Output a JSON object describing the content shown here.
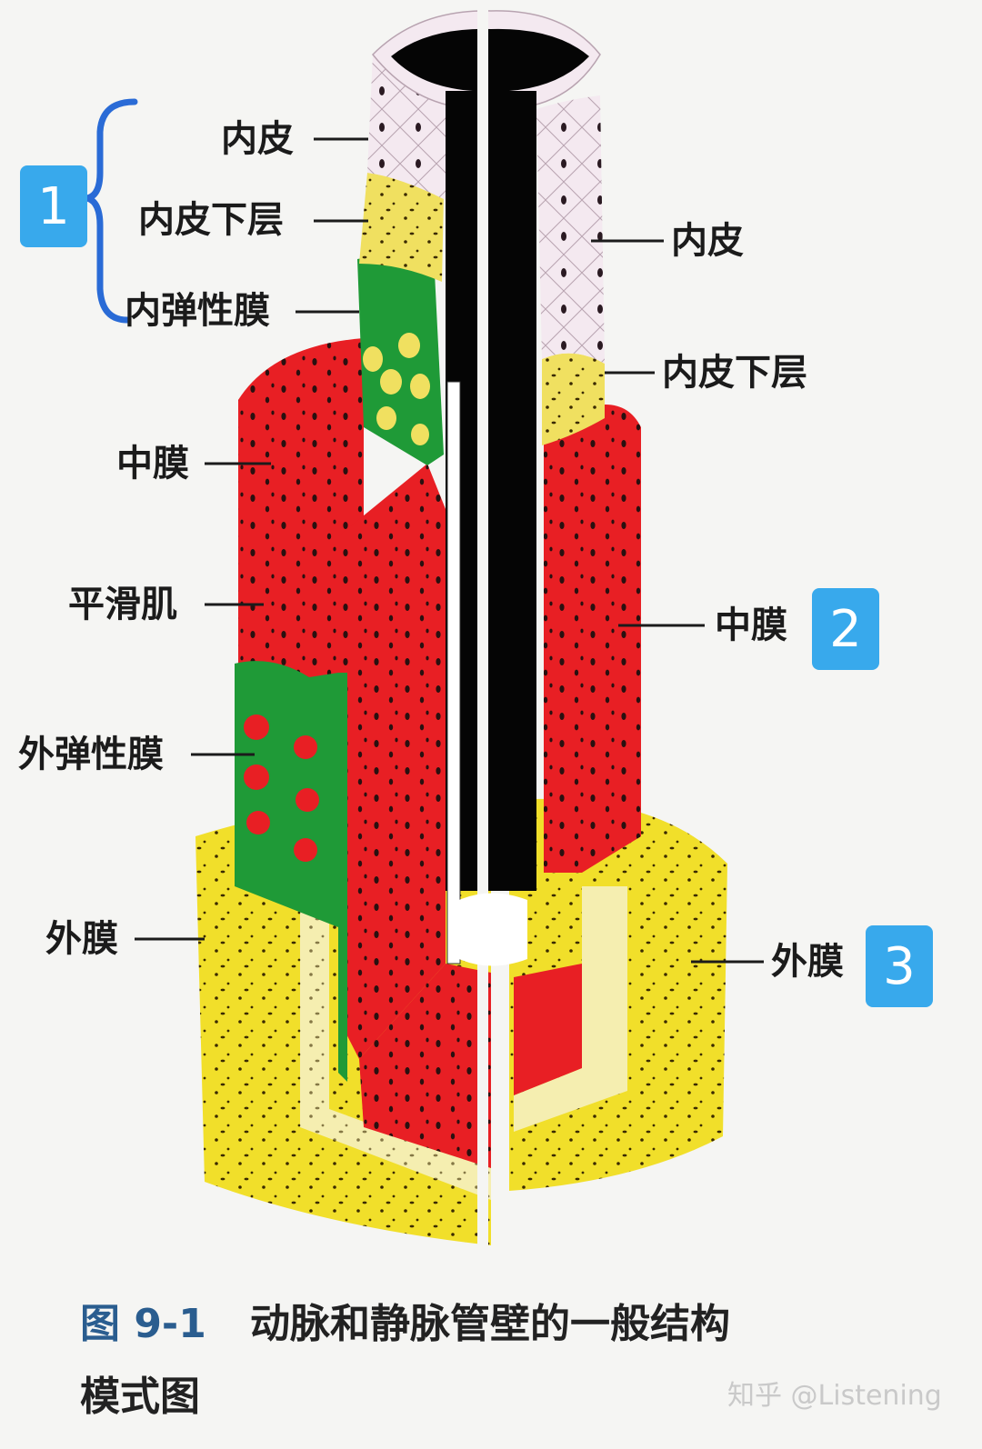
{
  "labels": {
    "left_inner": "内皮",
    "left_subendo": "内皮下层",
    "left_iel": "内弹性膜",
    "left_media": "中膜",
    "left_smooth": "平滑肌",
    "left_eel": "外弹性膜",
    "left_adv": "外膜",
    "right_inner": "内皮",
    "right_subendo": "内皮下层",
    "right_media": "中膜",
    "right_adv": "外膜"
  },
  "badges": [
    "1",
    "2",
    "3"
  ],
  "caption": {
    "fig": "图 9-1",
    "title_line1": "动脉和静脉管壁的一般结构",
    "title_line2": "模式图"
  },
  "watermark": "知乎 @Listening",
  "colors": {
    "endothelium": "#f3e6ee",
    "subendothelium": "#f0e060",
    "internal_elastic": "#1f9a37",
    "media": "#e81f24",
    "adventitia_outer": "#f1df2a",
    "adventitia_cut": "#f5eeb0",
    "lumen": "#050505",
    "bracket": "#2a6bd6",
    "badge": "#38a9ec"
  }
}
